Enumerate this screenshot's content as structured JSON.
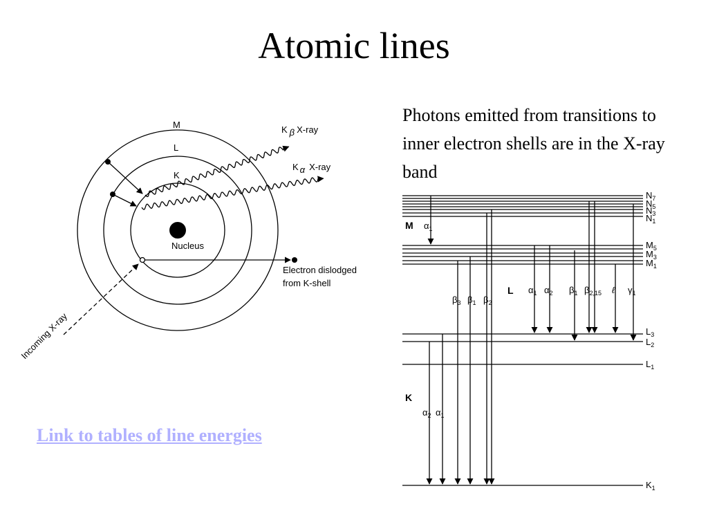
{
  "slide": {
    "title": "Atomic lines",
    "caption": "Photons emitted from transitions to inner electron shells are in the X-ray band",
    "link_text": "Link to tables of line energies"
  },
  "atom": {
    "shell_m": "M",
    "shell_l": "L",
    "shell_k": "K",
    "nucleus": "Nucleus",
    "kbeta_k": "K",
    "kbeta_greek": "β",
    "kbeta_xray": "X-ray",
    "kalpha_k": "K",
    "kalpha_greek": "α",
    "kalpha_xray": "X-ray",
    "dislodged_line1": "Electron dislodged",
    "dislodged_line2": "from K-shell",
    "incoming": "Incoming X-ray"
  },
  "levels": {
    "N": {
      "base": "N",
      "sub": [
        "7",
        "5",
        "3",
        "1"
      ]
    },
    "M_shell": "M",
    "M": {
      "base": "M",
      "sub": [
        "5",
        "3",
        "1"
      ]
    },
    "L_shell": "L",
    "L": {
      "base": "L",
      "sub": [
        "3",
        "2",
        "1"
      ]
    },
    "K_shell": "K",
    "K": {
      "base": "K",
      "sub": "1"
    }
  },
  "transitions": {
    "m_alpha1": {
      "sym": "α",
      "sub": "1"
    },
    "l_alpha1": {
      "sym": "α",
      "sub": "1"
    },
    "l_alpha2": {
      "sym": "α",
      "sub": "2"
    },
    "l_beta1": {
      "sym": "β",
      "sub": "1"
    },
    "l_beta215": {
      "sym": "β",
      "sub": "2,15"
    },
    "l_ell": {
      "sym": "ℓ"
    },
    "l_gamma1": {
      "sym": "γ",
      "sub": "1"
    },
    "k_beta3": {
      "sym": "β",
      "sub": "3"
    },
    "k_beta1": {
      "sym": "β",
      "sub": "1"
    },
    "k_beta2": {
      "sym": "β",
      "sub": "2"
    },
    "k_alpha2": {
      "sym": "α",
      "sub": "2"
    },
    "k_alpha1": {
      "sym": "α",
      "sub": "1"
    }
  }
}
